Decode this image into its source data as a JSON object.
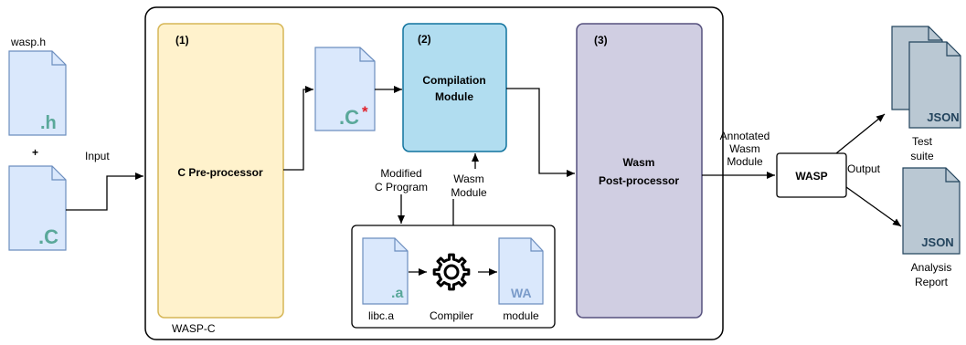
{
  "inputs": {
    "header_file_label": "wasp.h",
    "header_ext": ".h",
    "plus": "+",
    "c_ext": ".C",
    "input_label": "Input"
  },
  "wasp_c": {
    "container_label": "WASP-C",
    "preprocessor": {
      "number": "(1)",
      "title": "C Pre-processor"
    },
    "intermediate_file": {
      "ext": ".C",
      "mark": "*"
    },
    "compilation": {
      "number": "(2)",
      "title_line1": "Compilation",
      "title_line2": "Module"
    },
    "postprocessor": {
      "number": "(3)",
      "title_line1": "Wasm",
      "title_line2": "Post-processor"
    },
    "modified_c_label_line1": "Modified",
    "modified_c_label_line2": "C Program",
    "wasm_module_label_line1": "Wasm",
    "wasm_module_label_line2": "Module",
    "compiler_box": {
      "libc_ext": ".a",
      "libc_label": "libc.a",
      "compiler_label": "Compiler",
      "module_ext": "WA",
      "module_label": "module"
    }
  },
  "annotated_label": [
    "Annotated",
    "Wasm",
    "Module"
  ],
  "wasp": {
    "label": "WASP",
    "output_label": "Output"
  },
  "outputs": {
    "test_suite": {
      "ext": "JSON",
      "label_line1": "Test",
      "label_line2": "suite"
    },
    "analysis_report": {
      "ext": "JSON",
      "label_line1": "Analysis",
      "label_line2": "Report"
    }
  },
  "colors": {
    "c_file_fill": "#dae8fc",
    "ext_teal": "#5aa89a",
    "star_red": "#e0202a",
    "preprocessor_fill": "#fff2cc",
    "preprocessor_stroke": "#d6b656",
    "compilation_fill": "#b1ddf0",
    "compilation_stroke": "#10739e",
    "postprocessor_fill": "#d0cee2",
    "postprocessor_stroke": "#56517e",
    "json_fill": "#bac8d3",
    "json_stroke": "#23445d",
    "wa_text": "#7a9bc9"
  }
}
